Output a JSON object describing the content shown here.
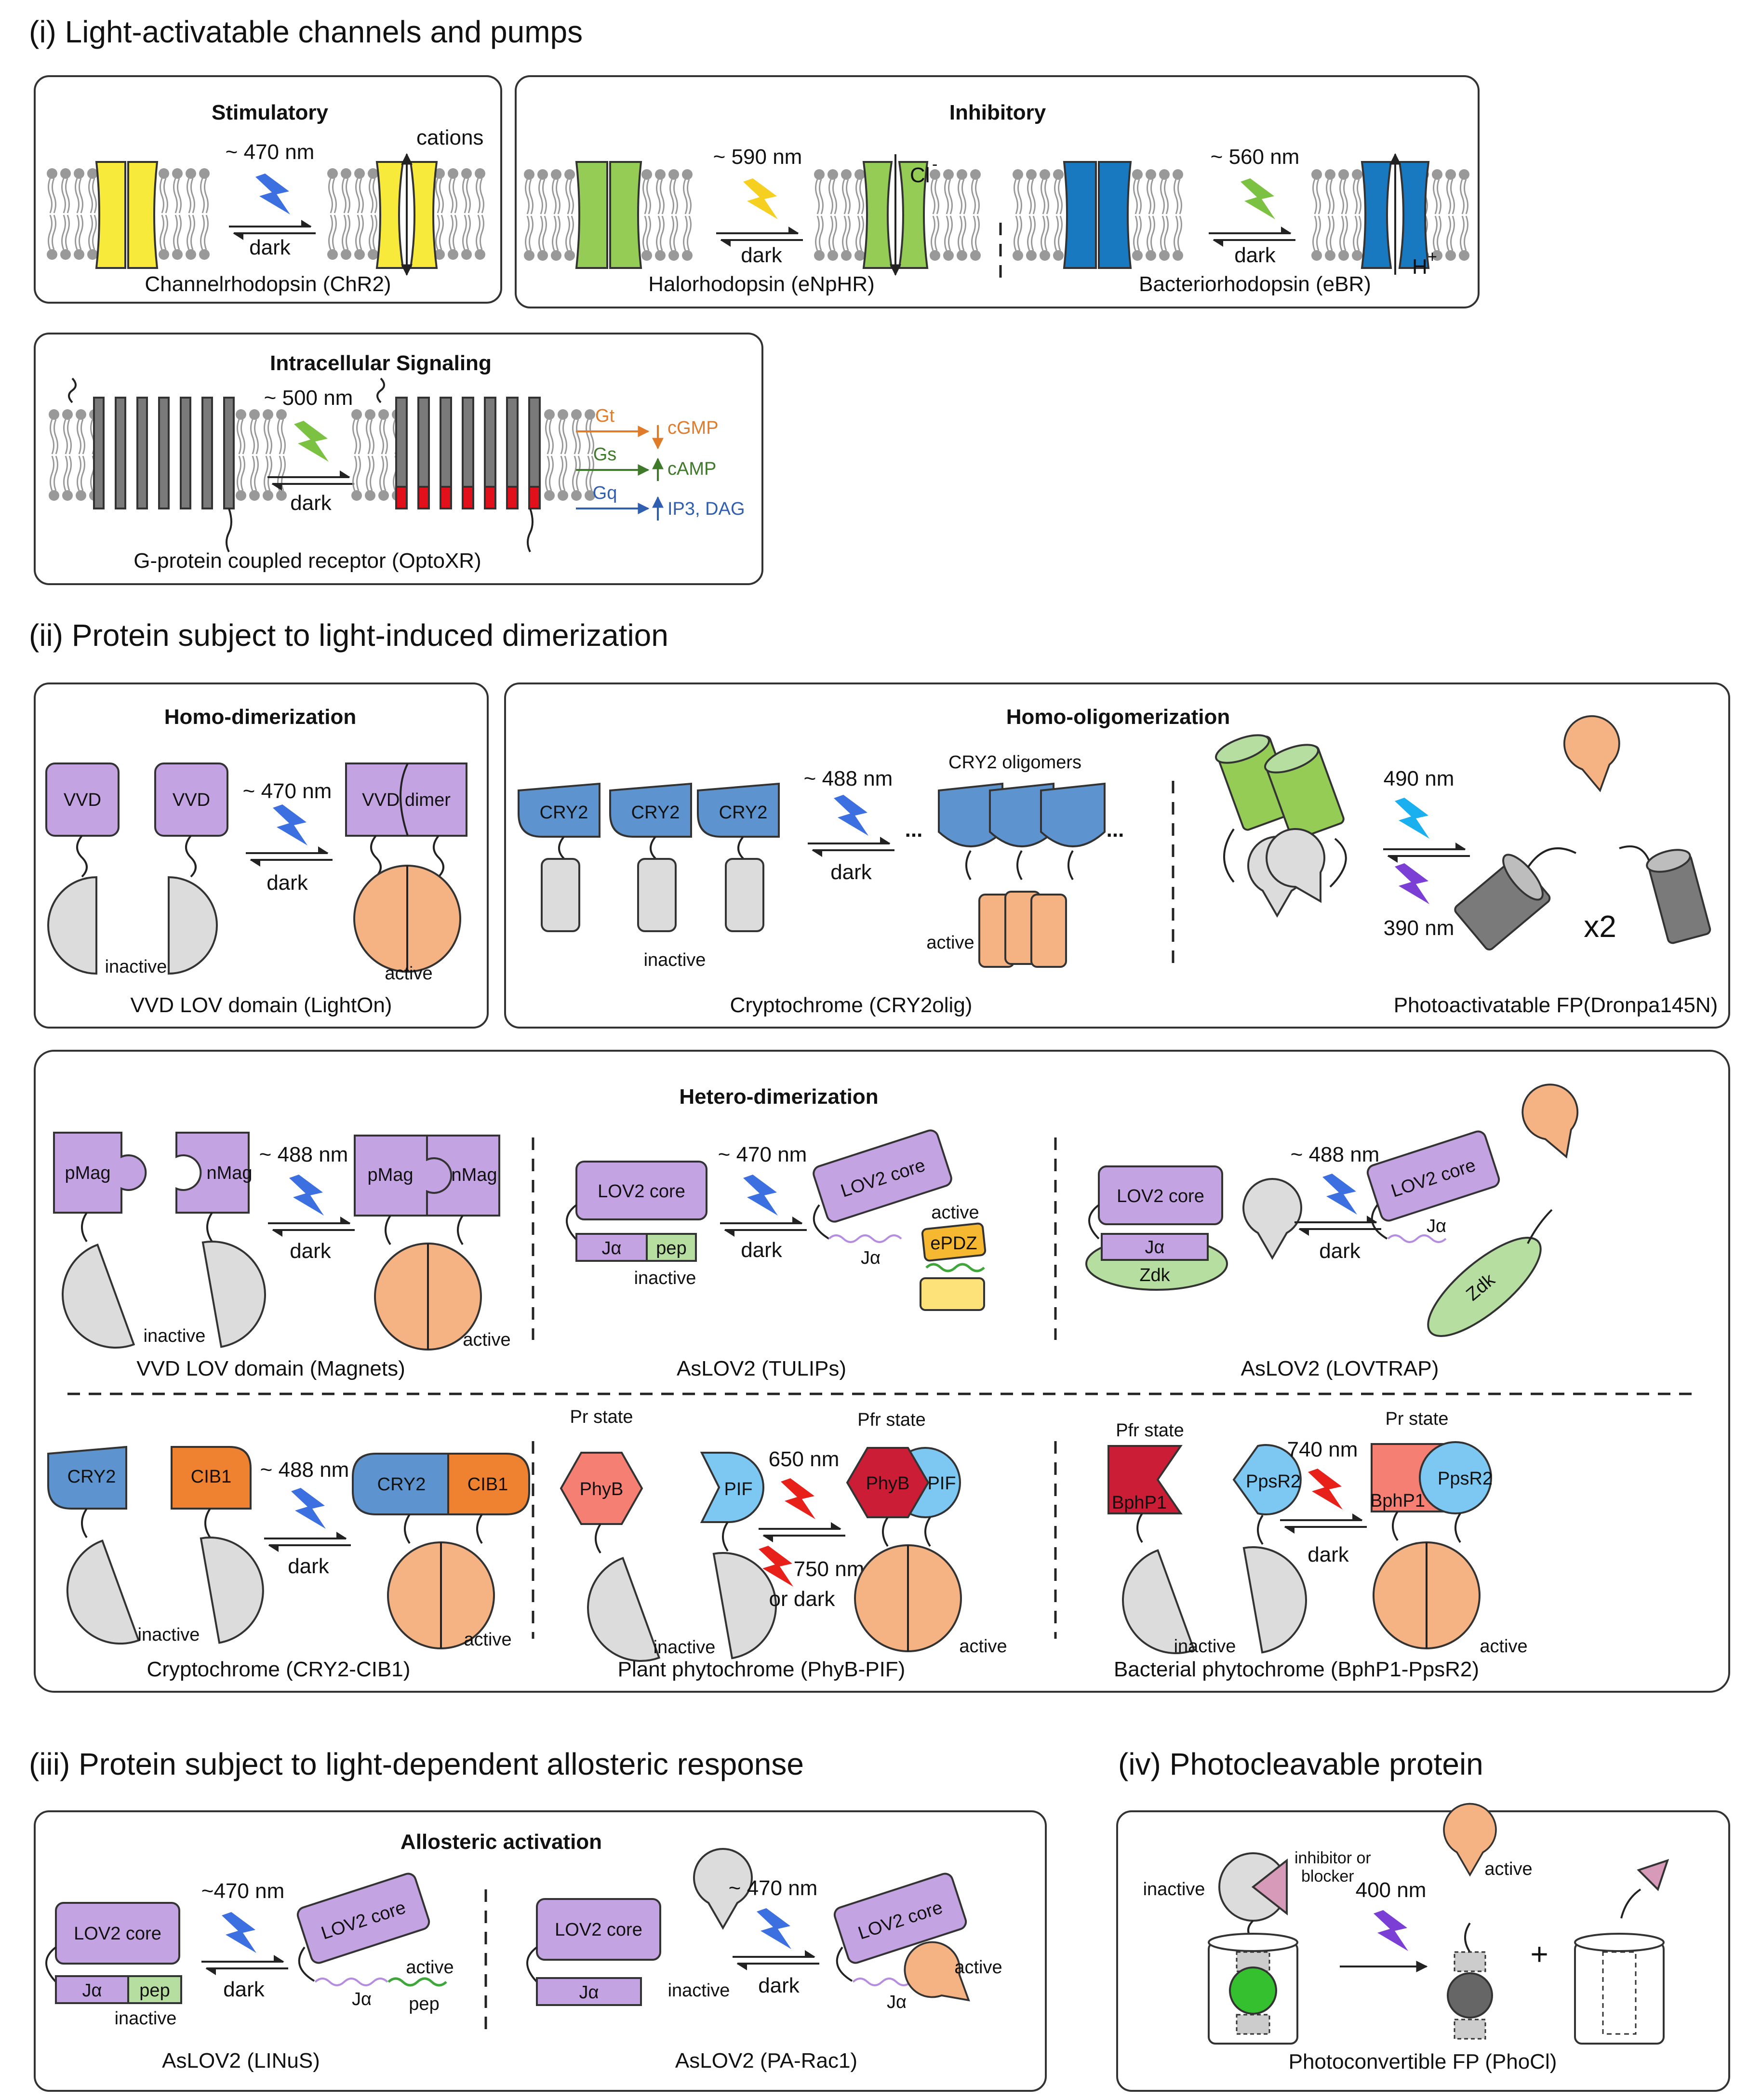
{
  "sections": {
    "s1": "(i) Light-activatable channels and pumps",
    "s2": "(ii) Protein subject to light-induced dimerization",
    "s3": "(iii) Protein subject to light-dependent allosteric response",
    "s4": "(iv) Photocleavable protein"
  },
  "panels": {
    "stimulatory": "Stimulatory",
    "inhibitory": "Inhibitory",
    "intracellular": "Intracellular Signaling",
    "homodimer": "Homo-dimerization",
    "homooligo": "Homo-oligomerization",
    "heterodimer": "Hetero-dimerization",
    "allosteric": "Allosteric activation"
  },
  "captions": {
    "chr2": "Channelrhodopsin (ChR2)",
    "halo": "Halorhodopsin (eNpHR)",
    "bact": "Bacteriorhodopsin (eBR)",
    "gpcr": "G-protein coupled receptor (OptoXR)",
    "lighton": "VVD LOV domain (LightOn)",
    "cry2olig": "Cryptochrome (CRY2olig)",
    "dronpa": "Photoactivatable FP(Dronpa145N)",
    "magnets": "VVD LOV domain (Magnets)",
    "tulips": "AsLOV2 (TULIPs)",
    "lovtrap": "AsLOV2 (LOVTRAP)",
    "cry2cib1": "Cryptochrome (CRY2-CIB1)",
    "phyb": "Plant phytochrome (PhyB-PIF)",
    "bphp": "Bacterial phytochrome (BphP1-PpsR2)",
    "linus": "AsLOV2 (LINuS)",
    "parac1": "AsLOV2 (PA-Rac1)",
    "phocl": "Photoconvertible FP (PhoCl)"
  },
  "wavelengths": {
    "w470": "~ 470 nm",
    "w590": "~ 590 nm",
    "w560": "~ 560 nm",
    "w500": "~ 500 nm",
    "w488": "~ 488  nm",
    "w488b": "~ 488 nm",
    "w490": "490  nm",
    "w390": "390  nm",
    "w650": "650 nm",
    "w750": "750 nm",
    "w740": "740 nm",
    "w470b": "~470 nm",
    "w400": "400 nm"
  },
  "terms": {
    "dark": "dark",
    "or_dark": "or dark",
    "active": "active",
    "inactive": "inactive",
    "cations": "cations",
    "cl": "Cl",
    "minus": "-",
    "h": "H",
    "plus": "+",
    "x2": "x2",
    "oligomers": "CRY2 oligomers",
    "ellipsis": "...",
    "pr": "Pr state",
    "pfr": "Pfr state",
    "inhibitor1": "inhibitor or",
    "inhibitor2": "blocker",
    "plus_sign": "+"
  },
  "proteins": {
    "vvd": "VVD",
    "vvd_dimer": "VVD dimer",
    "cry2": "CRY2",
    "cib1": "CIB1",
    "pmag": "pMag",
    "nmag": "nMag",
    "lov2": "LOV2 core",
    "ja": "Jα",
    "pep": "pep",
    "epdz": "ePDZ",
    "zdk": "Zdk",
    "phyb": "PhyB",
    "pif": "PIF",
    "bphp1": "BphP1",
    "ppsr2": "PpsR2"
  },
  "signaling": {
    "gt": "Gt",
    "cgmp": "cGMP",
    "gs": "Gs",
    "camp": "cAMP",
    "gq": "Gq",
    "ip3": "IP3, DAG",
    "c_gt": "#e07b2a",
    "c_gs": "#3f7a2a",
    "c_gq": "#2f5fae"
  },
  "bolt_colors": {
    "blue": "#3c6fe0",
    "yellow": "#f5d020",
    "green": "#7cc242",
    "cyan": "#1ab0f0",
    "violet": "#7b3fd6",
    "red": "#e8201a"
  }
}
